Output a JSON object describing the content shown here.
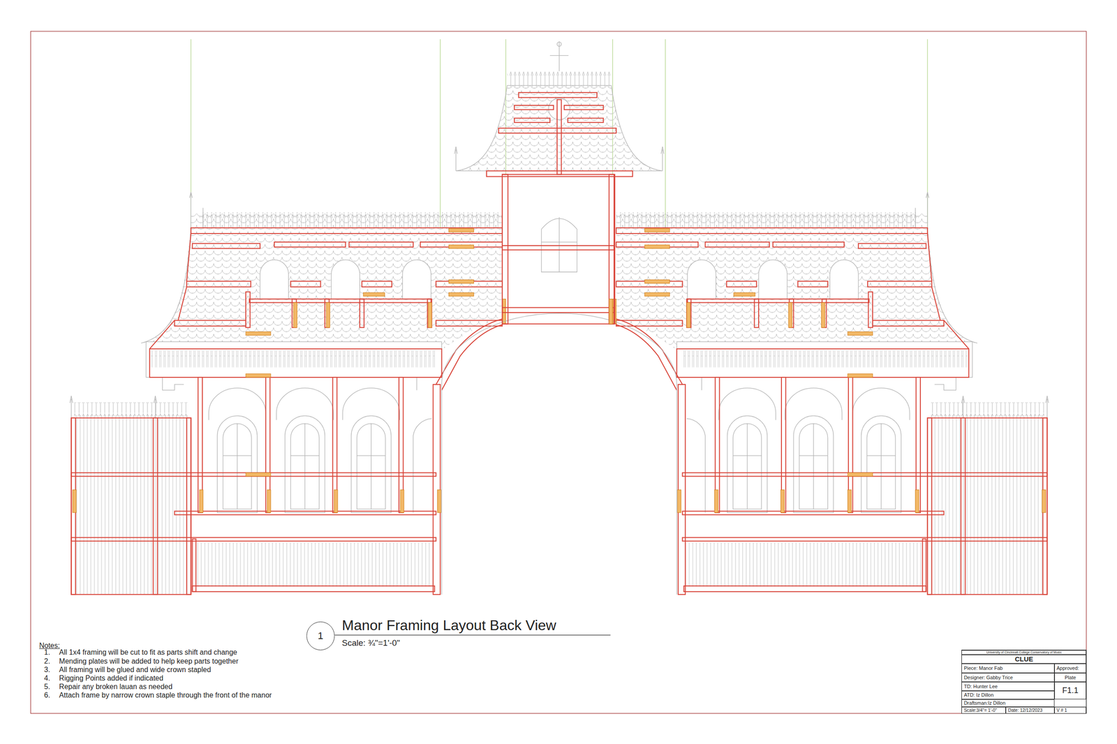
{
  "diagram": {
    "title": "Manor Framing Layout Back View",
    "nodes": [
      {
        "text": [
          "1"
        ]
      },
      {
        "text": [
          "University of Cincinnati College Conservatory of Music"
        ]
      },
      {
        "text": [
          "CLUE"
        ]
      },
      {
        "text": [
          "Piece: Manor Fab"
        ]
      },
      {
        "text": [
          "Approved:"
        ]
      },
      {
        "text": [
          "Designer: Gabby Trice"
        ]
      },
      {
        "text": [
          "Plate"
        ]
      },
      {
        "text": [
          "TD: Hunter Lee"
        ]
      },
      {
        "text": [
          "F1.1"
        ]
      },
      {
        "text": [
          "ATD: Iz Dillon"
        ]
      },
      {
        "text": [
          "Draftsman:Iz Dillon"
        ]
      },
      {
        "text": [
          "Scale:3/4\"= 1'-0\""
        ]
      },
      {
        "text": [
          "Date: 12/12/2023"
        ]
      },
      {
        "text": [
          "V # 1"
        ]
      }
    ],
    "labels": [
      "Scale: ¾\"=1'-0\"",
      "Notes:",
      "1.",
      "All 1x4 framing will be cut to fit as parts shift and change",
      "2.",
      "Mending plates will be added to help keep parts together",
      "3.",
      "All framing will be glued and wide crown stapled",
      "4.",
      "Rigging Points added if indicated",
      "5.",
      "Repair any broken lauan as needed",
      "6.",
      "Attach frame by narrow crown staple through the front of the manor"
    ]
  }
}
